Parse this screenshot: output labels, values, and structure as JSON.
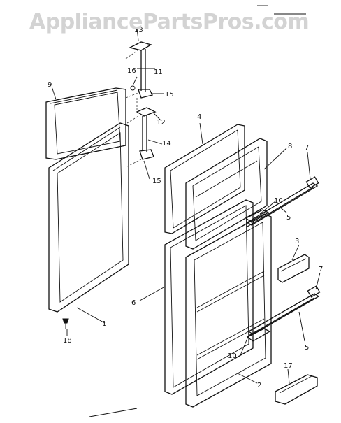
{
  "watermark": "AppliancePartsPros.com",
  "callouts": {
    "c1": "1",
    "c2": "2",
    "c3": "3",
    "c4": "4",
    "c5a": "5",
    "c5b": "5",
    "c6": "6",
    "c7a": "7",
    "c7b": "7",
    "c8": "8",
    "c9": "9",
    "c10a": "10",
    "c10b": "10",
    "c11": "11",
    "c12": "12",
    "c13": "13",
    "c14": "14",
    "c15a": "15",
    "c15b": "15",
    "c16": "16",
    "c17": "17",
    "c18": "18"
  }
}
